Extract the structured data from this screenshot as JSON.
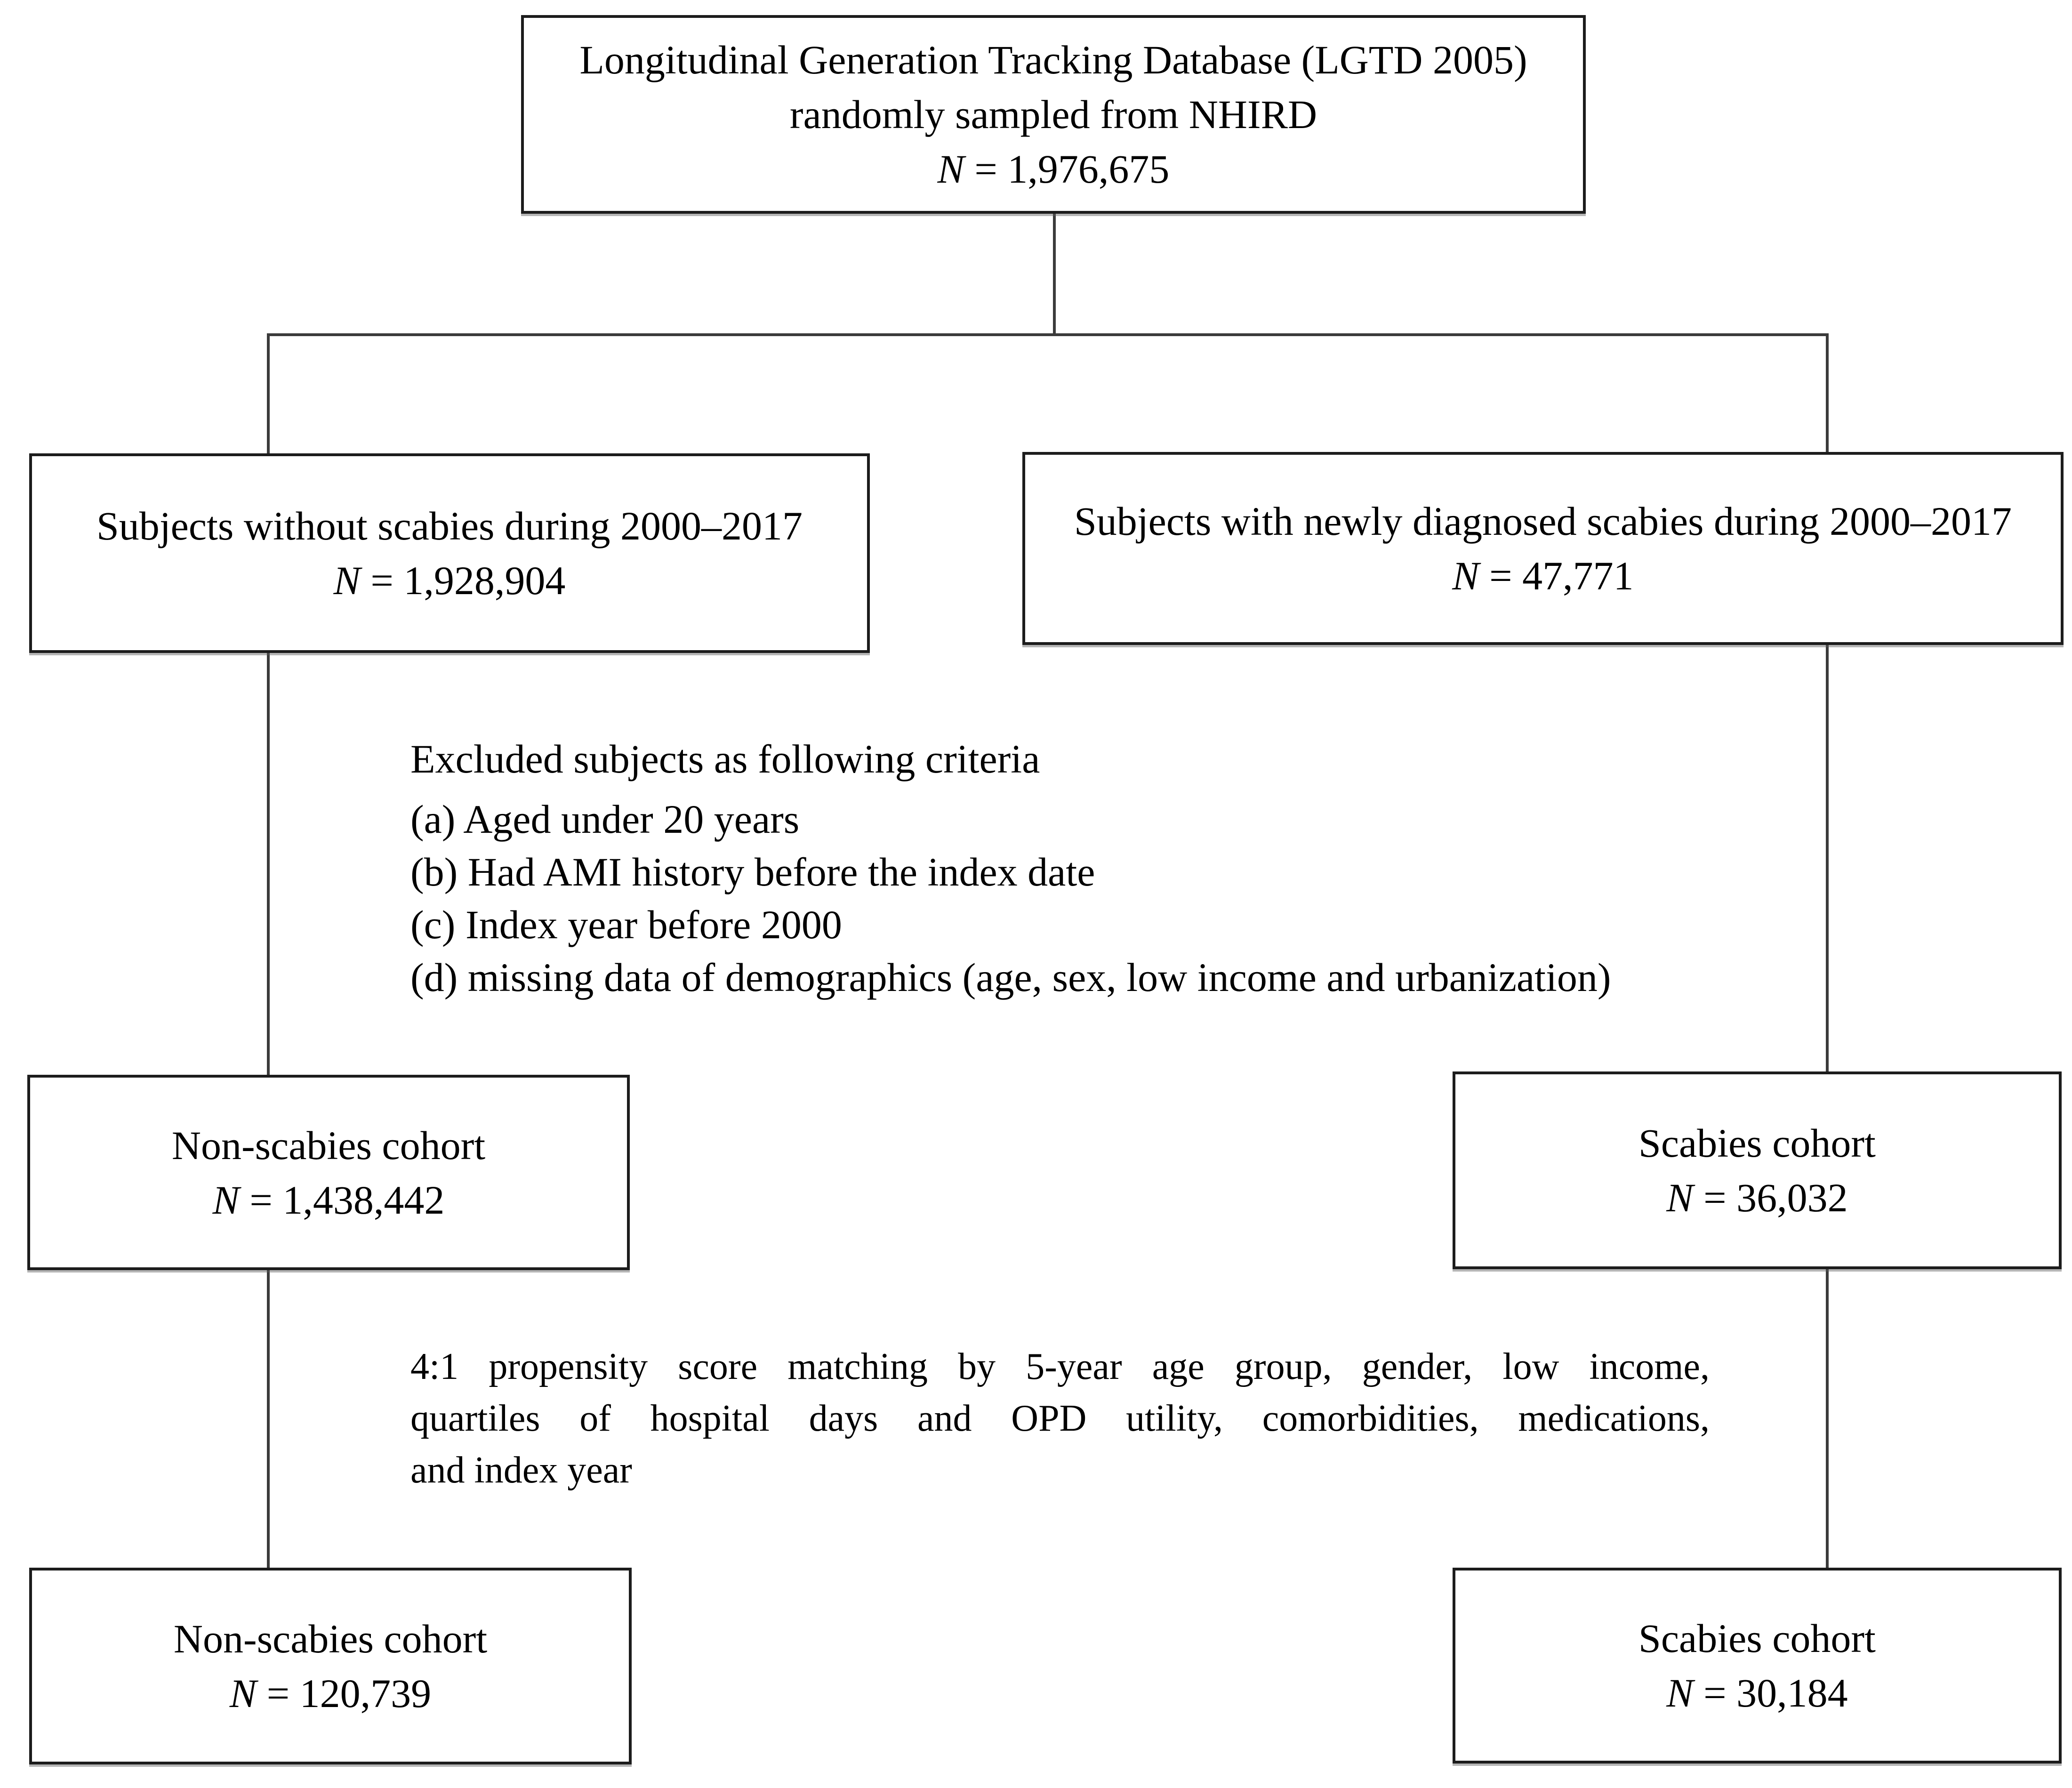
{
  "colors": {
    "background": "#ffffff",
    "border": "#1c1c1c",
    "line": "#3b3b3b",
    "text": "#000000"
  },
  "boxes": {
    "source": {
      "line1": "Longitudinal Generation Tracking Database (LGTD 2005)",
      "line2": "randomly sampled from NHIRD",
      "n_symbol": "N",
      "n_value": " = 1,976,675"
    },
    "without_scabies": {
      "line1": "Subjects without scabies during 2000–2017",
      "n_symbol": "N",
      "n_value": " = 1,928,904"
    },
    "with_scabies": {
      "line1": "Subjects with newly diagnosed scabies during 2000–2017",
      "n_symbol": "N",
      "n_value": " = 47,771"
    },
    "non_scabies_cohort": {
      "line1": "Non-scabies cohort",
      "n_symbol": "N",
      "n_value": " = 1,438,442"
    },
    "scabies_cohort": {
      "line1": "Scabies cohort",
      "n_symbol": "N",
      "n_value": " = 36,032"
    },
    "non_scabies_matched": {
      "line1": "Non-scabies cohort",
      "n_symbol": "N",
      "n_value": " = 120,739"
    },
    "scabies_matched": {
      "line1": "Scabies cohort",
      "n_symbol": "N",
      "n_value": " = 30,184"
    }
  },
  "exclusion": {
    "heading": "Excluded subjects as following criteria",
    "items": [
      "(a) Aged under 20 years",
      "(b) Had AMI history before the index date",
      "(c) Index year before 2000",
      "(d) missing data of demographics (age, sex, low income and urbanization)"
    ]
  },
  "matching": {
    "line1": "4:1 propensity score matching by 5-year age group, gender, low income,",
    "line2": "quartiles of hospital days and OPD utility, comorbidities, medications,",
    "line3": "and index year"
  }
}
